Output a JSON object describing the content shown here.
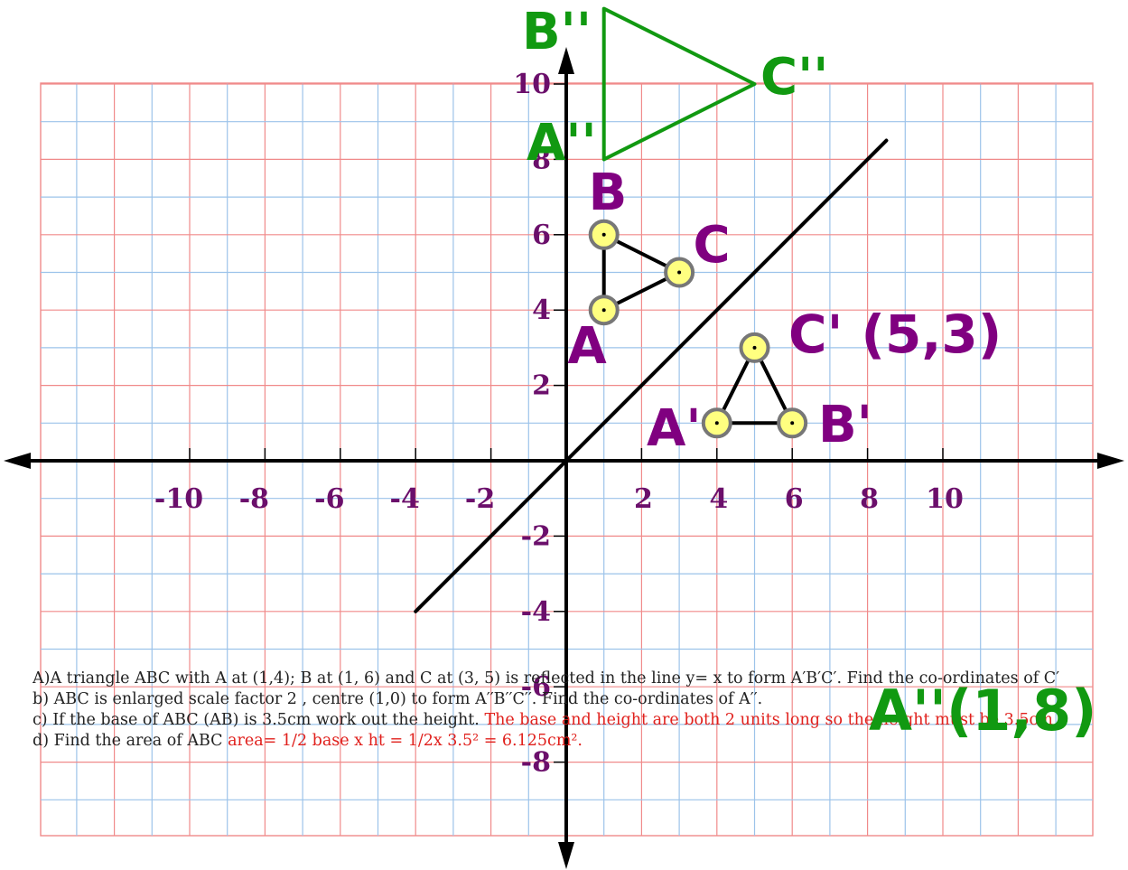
{
  "axes": {
    "x_ticks": [
      "-10",
      "-8",
      "-6",
      "-4",
      "-2",
      "2",
      "4",
      "6",
      "8",
      "10"
    ],
    "y_ticks": [
      "10",
      "8",
      "6",
      "4",
      "2",
      "-2",
      "-4",
      "-6",
      "-8"
    ]
  },
  "points": {
    "A": [
      1,
      4
    ],
    "B": [
      1,
      6
    ],
    "C": [
      3,
      5
    ],
    "A1": [
      4,
      1
    ],
    "B1": [
      6,
      1
    ],
    "C1": [
      5,
      3
    ],
    "A2": [
      1,
      8
    ],
    "B2": [
      1,
      12
    ],
    "C2": [
      5,
      10
    ]
  },
  "mirror_line": {
    "from": [
      -4,
      -4
    ],
    "to": [
      8.5,
      8.5
    ]
  },
  "labels": {
    "A": "A",
    "B": "B",
    "C": "C",
    "A1": "A'",
    "B1": "B'",
    "C1": "C' (5,3)",
    "A2": "A''",
    "B2": "B''",
    "C2": "C''"
  },
  "questions": {
    "a": "A)A triangle ABC  with A at (1,4); B at (1, 6) and C at (3, 5) is reflected in the line y= x to form A′B′C′. Find the co-ordinates of C′",
    "b": "b) ABC is enlarged scale factor 2 , centre (1,0) to form A′′B′′C′′. Find the co-ordinates of A′′.",
    "c": "c) If the base of ABC (AB) is 3.5cm work out the height.",
    "c_answer": " The base and height are both 2 units long so the height must be 3.5cm",
    "d": "d) Find the area of ABC",
    "d_answer": " area= 1/2 base x ht = 1/2x 3.5² = 6.125cm²."
  },
  "answer_big": "A''(1,8)",
  "colors": {
    "purple": "#800080",
    "green": "#119911",
    "answer_red": "#e0201c",
    "grid_red": "#f08a8a",
    "grid_blue": "#9cc3ea",
    "vertex_fill": "#ffff80"
  }
}
